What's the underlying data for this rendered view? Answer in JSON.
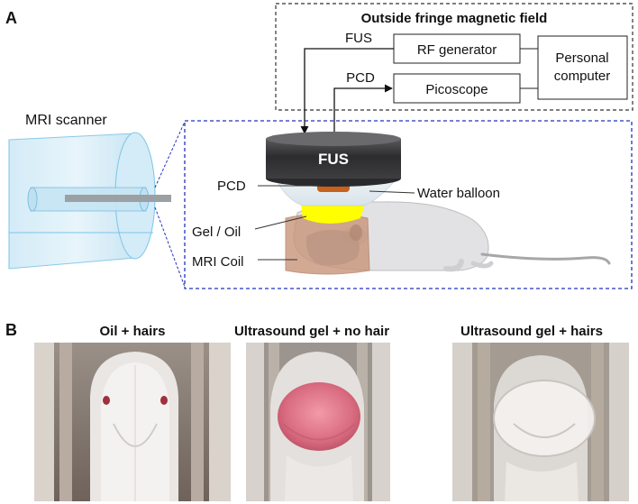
{
  "panel_a": {
    "letter": "A",
    "fringe_title": "Outside fringe magnetic field",
    "fus_signal_label": "FUS",
    "pcd_signal_label": "PCD",
    "rf_generator": "RF generator",
    "picoscope": "Picoscope",
    "personal_computer_line1": "Personal",
    "personal_computer_line2": "computer",
    "mri_scanner_label": "MRI scanner",
    "fus_transducer_label": "FUS",
    "pcd_label": "PCD",
    "water_balloon_label": "Water balloon",
    "gel_oil_label": "Gel / Oil",
    "mri_coil_label": "MRI Coil"
  },
  "panel_b": {
    "letter": "B",
    "photos": [
      {
        "title": "Oil + hairs"
      },
      {
        "title": "Ultrasound gel + no hair"
      },
      {
        "title": "Ultrasound gel + hairs"
      }
    ]
  },
  "colors": {
    "dashed_box_black": "#333333",
    "dashed_box_blue": "#2233bb",
    "scanner_blue": "#9fd4ee",
    "transducer_dark": "#3a3a3c",
    "gel_yellow": "#ffff00",
    "coil_tan": "#c8967a",
    "pcd_orange": "#c8601e"
  }
}
